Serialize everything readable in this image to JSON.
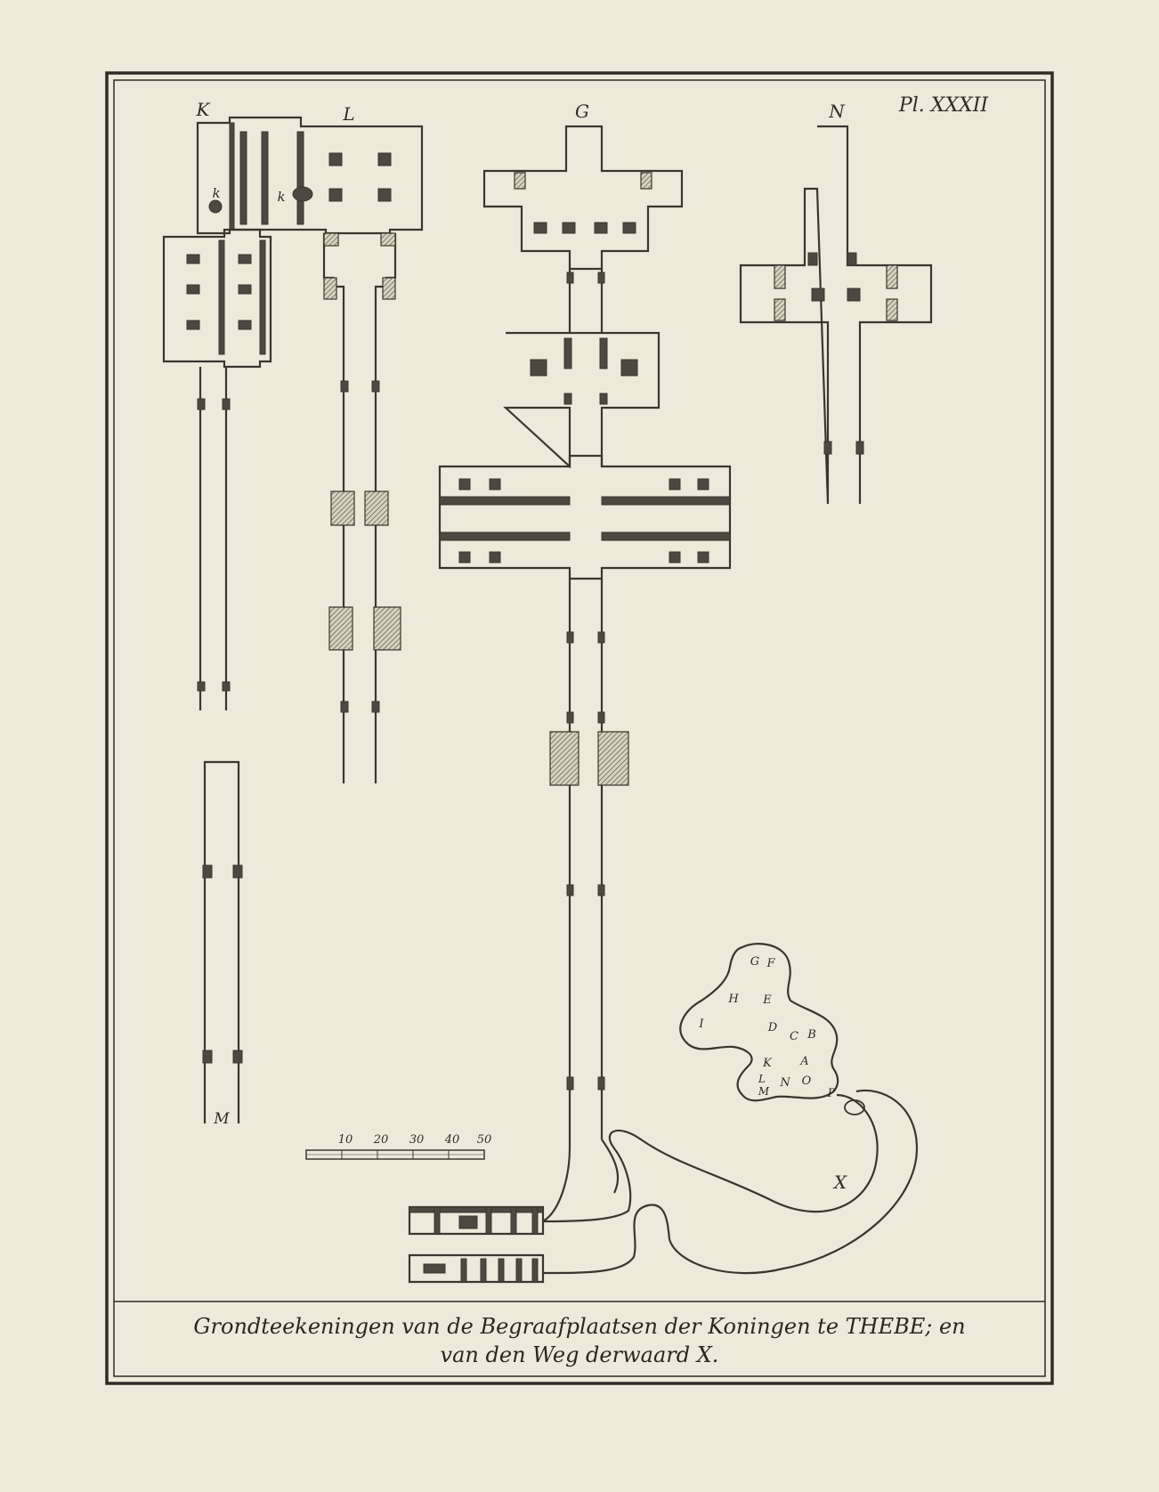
{
  "plate_number": "Pl. XXXII",
  "tomb_labels": {
    "K": "K",
    "L": "L",
    "G": "G",
    "N": "N",
    "M": "M",
    "k1": "k",
    "k2": "k"
  },
  "scale_bar": {
    "ticks": [
      "10",
      "20",
      "30",
      "40",
      "50"
    ]
  },
  "cave_letters": [
    "G",
    "F",
    "H",
    "E",
    "I",
    "D",
    "C",
    "B",
    "K",
    "A",
    "L",
    "M",
    "N",
    "O",
    "P"
  ],
  "road_label": "X",
  "caption": {
    "line1": "Grondteekeningen van de Begraafplaatsen der Koningen te THEBE; en",
    "line2": "van den Weg derwaard X."
  },
  "colors": {
    "paper": "#eeeadb",
    "ink": "#3a362e"
  }
}
